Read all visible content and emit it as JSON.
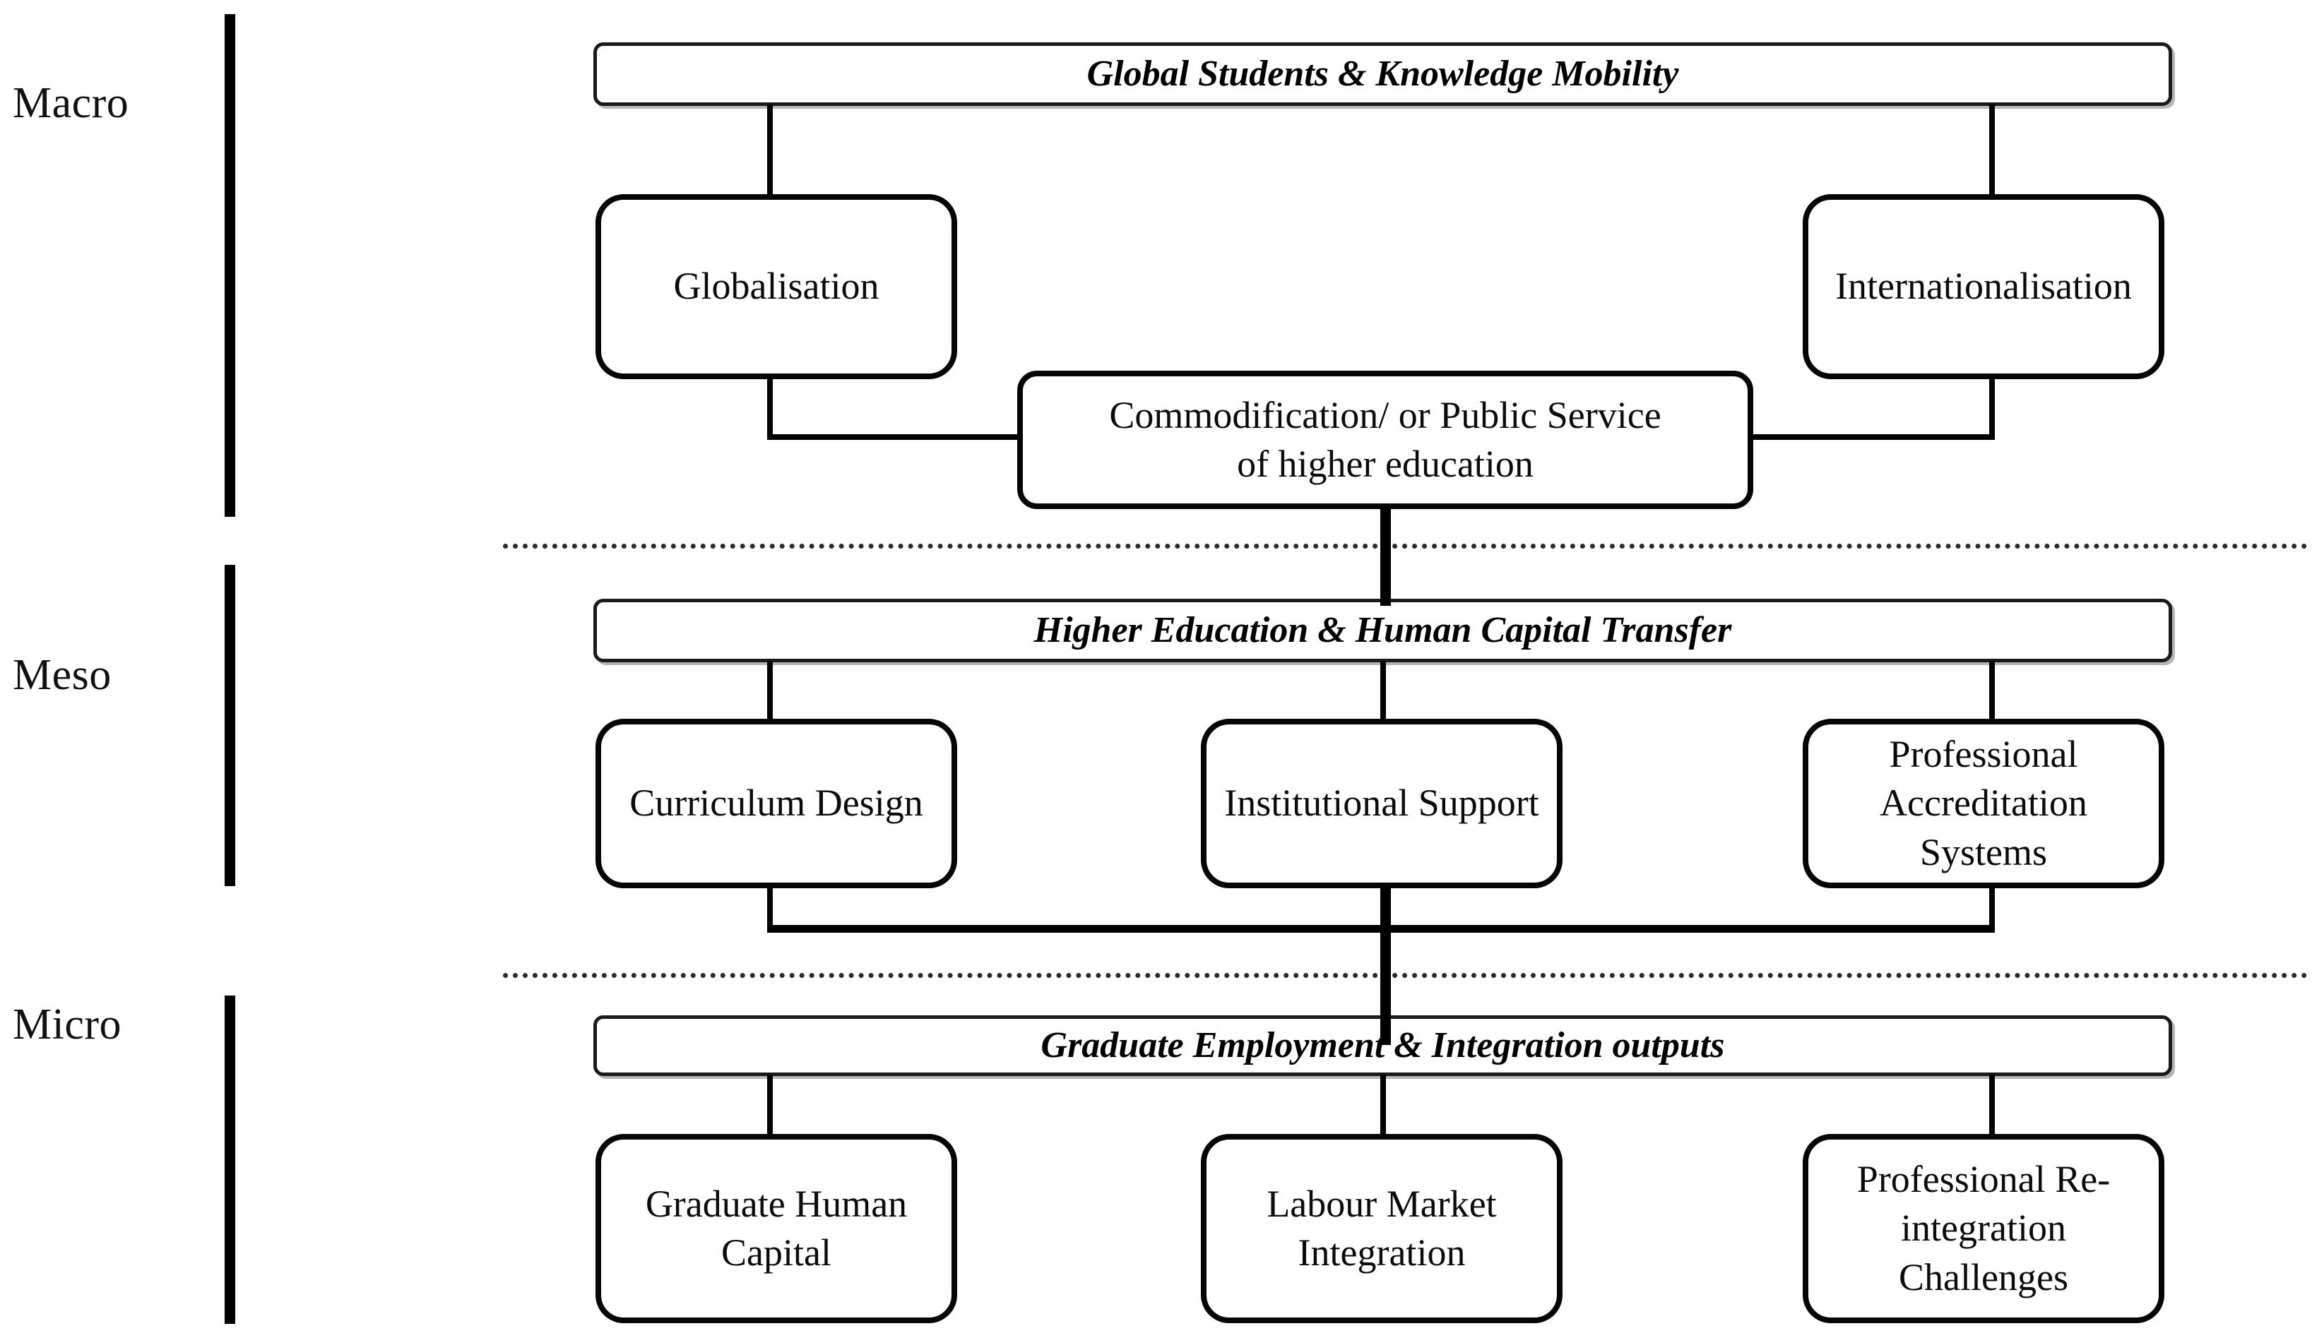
{
  "figure": {
    "title": "Macro, Meso and Micro framework of global student knowledge mobility",
    "levels": [
      {
        "key": "macro",
        "label": "Macro"
      },
      {
        "key": "meso",
        "label": "Meso"
      },
      {
        "key": "micro",
        "label": "Micro"
      }
    ],
    "colors": {
      "line": "#000000",
      "box_border": "#050505",
      "banner_border": "#1a1a1a",
      "background": "#ffffff",
      "separator": "#2b2b2b"
    },
    "separators": [
      {
        "name": "macro-meso-divider",
        "style": "dashed"
      },
      {
        "name": "meso-micro-divider",
        "style": "dashed"
      }
    ]
  },
  "macro": {
    "banner": "Global Students & Knowledge Mobility",
    "nodes": {
      "left": "Globalisation",
      "right": "Internationalisation",
      "center": "Commodification/ or Public Service\nof higher education"
    }
  },
  "meso": {
    "banner": "Higher Education & Human Capital Transfer",
    "nodes": {
      "left": "Curriculum Design",
      "center": "Institutional Support",
      "right": "Professional\nAccreditation\nSystems"
    }
  },
  "micro": {
    "banner": "Graduate Employment & Integration outputs",
    "nodes": {
      "left": "Graduate Human\nCapital",
      "center": "Labour Market\nIntegration",
      "right": "Professional Re-\nintegration\nChallenges"
    }
  }
}
